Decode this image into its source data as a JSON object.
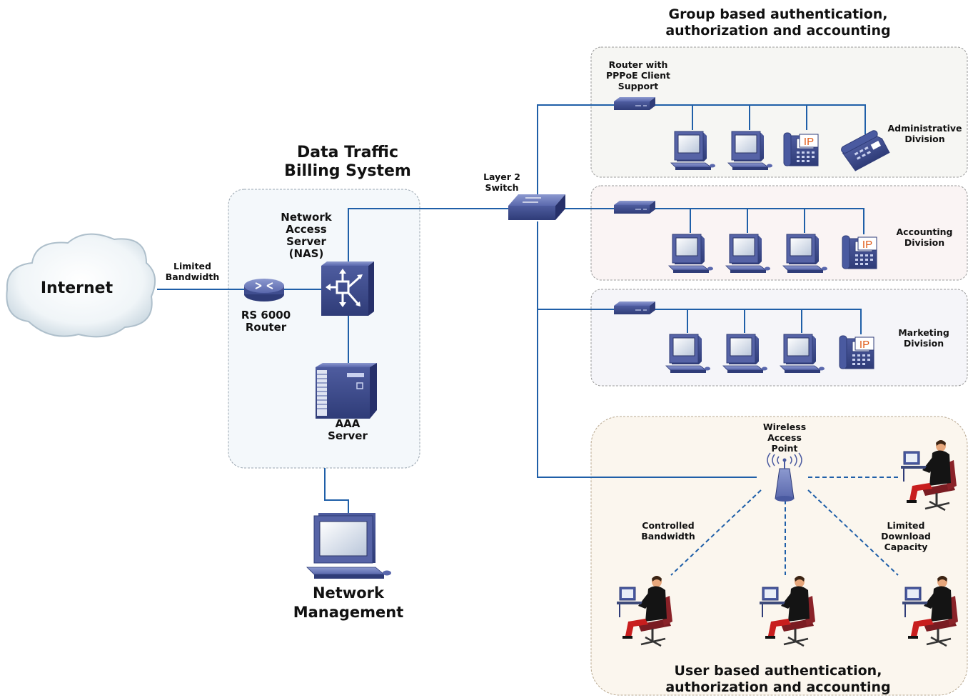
{
  "titles": {
    "group_aaa": "Group based authentication,\nauthorization and accounting",
    "billing_system": "Data Traffic\nBilling System",
    "user_aaa": "User based authentication,\nauthorization and accounting"
  },
  "nodes": {
    "internet": "Internet",
    "limited_bandwidth": "Limited\nBandwidth",
    "router": "RS 6000\nRouter",
    "nas": "Network\nAccess\nServer\n(NAS)",
    "aaa_server": "AAA\nServer",
    "network_management": "Network\nManagement",
    "layer2_switch": "Layer 2\nSwitch",
    "pppoe_router": "Router with\nPPPoE Client\nSupport",
    "wireless_ap": "Wireless\nAccess\nPoint",
    "controlled_bandwidth": "Controlled\nBandwidth",
    "limited_download": "Limited\nDownload\nCapacity",
    "ip_badge": "IP"
  },
  "divisions": [
    {
      "name": "Administrative\nDivision"
    },
    {
      "name": "Accounting\nDivision"
    },
    {
      "name": "Marketing\nDivision"
    }
  ],
  "colors": {
    "link": "#1f5fa8",
    "device": "#4a5aa0",
    "device_dark": "#2f3c78",
    "group_panel_bg": "#f6f6f3",
    "user_panel_bg": "#fbf6ee",
    "billing_panel_bg": "#f4f8fb",
    "panel_border": "#9a9a9a"
  }
}
